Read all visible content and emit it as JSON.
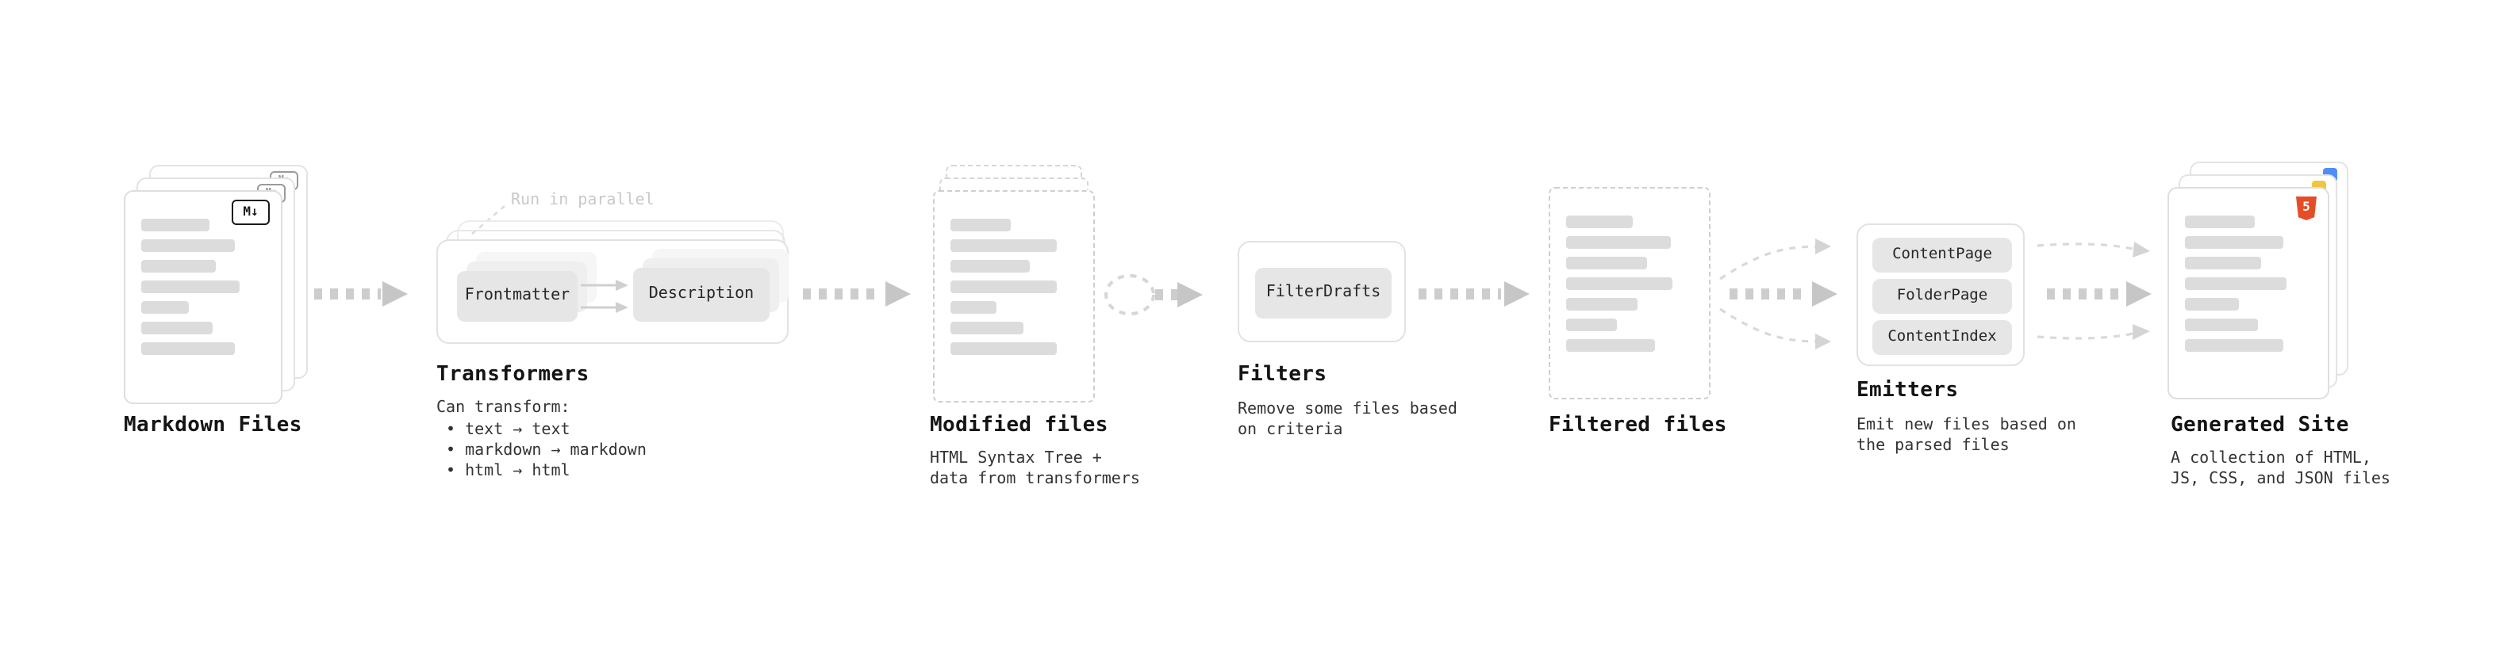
{
  "markdown_files": {
    "label": "Markdown Files",
    "badge": "M↓"
  },
  "transformers": {
    "label": "Transformers",
    "annotation": "Run in parallel",
    "button_frontmatter": "Frontmatter",
    "button_description": "Description",
    "can_transform_title": "Can transform:",
    "bullets": [
      "• text → text",
      "• markdown → markdown",
      "• html → html"
    ]
  },
  "modified_files": {
    "label": "Modified files",
    "description": "HTML Syntax Tree +\ndata from transformers"
  },
  "filters": {
    "label": "Filters",
    "button_filterdrafts": "FilterDrafts",
    "description": "Remove some files based\non criteria"
  },
  "filtered_files": {
    "label": "Filtered files"
  },
  "emitters": {
    "label": "Emitters",
    "buttons": [
      "ContentPage",
      "FolderPage",
      "ContentIndex"
    ],
    "description": "Emit new files based on\nthe parsed files"
  },
  "generated_site": {
    "label": "Generated Site",
    "badge": "5",
    "description": "A collection of HTML,\nJS, CSS, and JSON files"
  },
  "colors": {
    "arrow_thick": "#cdcdcd",
    "arrow_head": "#c6c6c6",
    "arrow_thin": "#d9d9d9",
    "html5_orange": "#e44d26",
    "js_yellow": "#f0c541",
    "css_blue": "#4f8ef7"
  }
}
